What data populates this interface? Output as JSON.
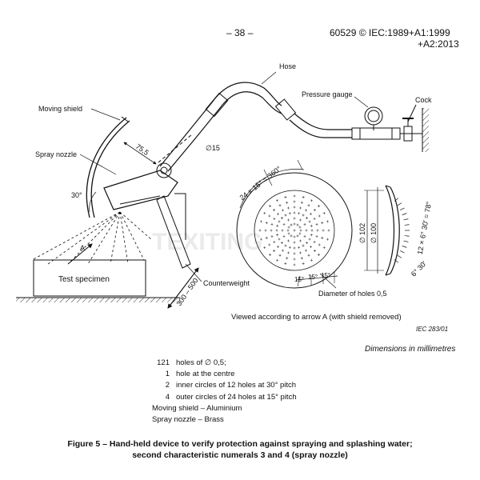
{
  "header": {
    "page_number": "– 38 –",
    "standard_line1": "60529 © IEC:1989+A1:1999",
    "standard_line2": "+A2:2013"
  },
  "labels": {
    "hose": "Hose",
    "pressure_gauge": "Pressure gauge",
    "cock": "Cock",
    "moving_shield": "Moving shield",
    "spray_nozzle": "Spray nozzle",
    "dim_75_5": "75,5",
    "diam_15": "∅15",
    "angle_30": "30°",
    "arrow_a": "A",
    "test_specimen": "Test specimen",
    "counterweight": "Counterweight",
    "range_300_500": "300 – 500",
    "holes_pitch": "24 × 15° = 360°",
    "pitch_15a": "15°",
    "pitch_15b": "15°",
    "pitch_15c": "15°",
    "diam_102": "∅ 102",
    "diam_100": "∅ 100",
    "angle_78": "12 × 6° 30' = 78°",
    "angle_6_30": "6° 30'",
    "diameter_holes": "Diameter of holes 0,5",
    "viewed_arrow": "Viewed according to arrow A (with shield removed)",
    "iec_ref": "IEC   283/01",
    "watermark": "TEXITING"
  },
  "dimensions_note": "Dimensions in millimetres",
  "notes": [
    {
      "n": "121",
      "text": "holes of ∅ 0,5;"
    },
    {
      "n": "1",
      "text": "hole at the centre"
    },
    {
      "n": "2",
      "text": "inner circles of 12 holes at 30° pitch"
    },
    {
      "n": "4",
      "text": "outer circles of 24 holes at 15° pitch"
    },
    {
      "n": "",
      "text": "Moving shield – Aluminium"
    },
    {
      "n": "",
      "text": "Spray nozzle – Brass"
    }
  ],
  "caption": {
    "line1": "Figure 5 – Hand-held device to verify protection against spraying and splashing water;",
    "line2": "second characteristic numerals 3 and 4 (spray nozzle)"
  }
}
